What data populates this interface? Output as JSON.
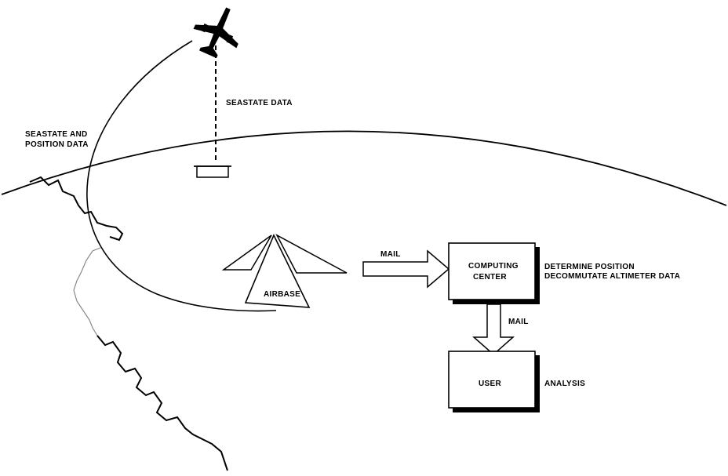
{
  "labels": {
    "seastate_data": "SEASTATE DATA",
    "seastate_position_line1": "SEASTATE AND",
    "seastate_position_line2": "POSITION DATA",
    "airbase": "AIRBASE",
    "mail_1": "MAIL",
    "mail_2": "MAIL",
    "computing_line1": "COMPUTING",
    "computing_line2": "CENTER",
    "determine_line1": "DETERMINE POSITION",
    "determine_line2": "DECOMMUTATE ALTIMETER DATA",
    "user": "USER",
    "analysis": "ANALYSIS"
  },
  "icons": {
    "aircraft": "airplane-icon",
    "buoy": "buoy-icon"
  }
}
